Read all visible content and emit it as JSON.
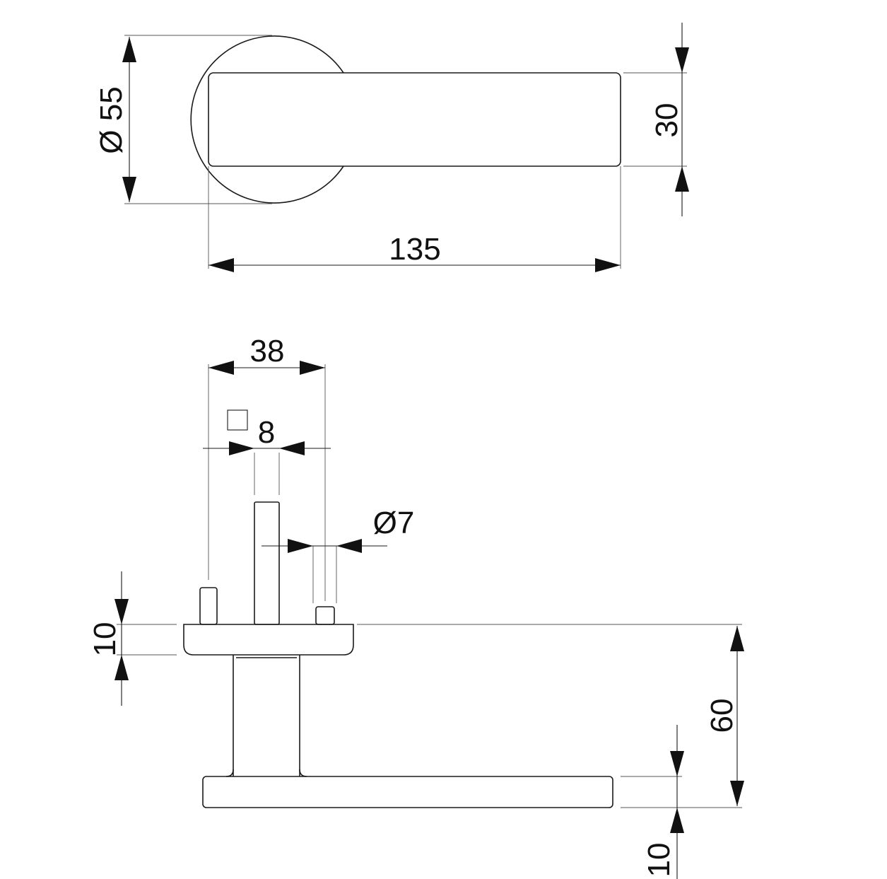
{
  "colors": {
    "line": "#1a1a1a",
    "background": "#ffffff"
  },
  "dimensions": {
    "rose_diameter": "Ø 55",
    "lever_height": "30",
    "lever_length": "135",
    "fixing_spacing": "38",
    "spindle_square": "8",
    "screw_diameter": "Ø7",
    "rose_thickness": "10",
    "lever_projection": "60",
    "grip_thickness": "10"
  },
  "icons": {
    "square_symbol": "square-spindle-icon"
  }
}
